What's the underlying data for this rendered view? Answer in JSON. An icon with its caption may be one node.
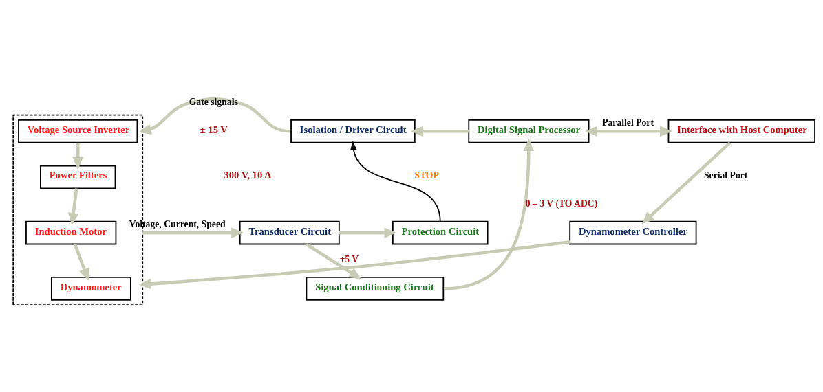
{
  "diagram": {
    "nodes": [
      {
        "text": [],
        "shape": "box"
      },
      {
        "text": [
          "Voltage Source Inverter"
        ],
        "in": 0
      },
      {
        "text": [
          "Power Filters"
        ],
        "in": 0
      },
      {
        "text": [
          "Induction Motor"
        ],
        "in": 0
      },
      {
        "text": [
          "Dynamometer"
        ],
        "in": 0
      },
      {
        "text": [
          "Isolation / Driver Circuit"
        ]
      },
      {
        "text": [
          "Digital Signal Processor"
        ]
      },
      {
        "text": [
          "Interface with Host Computer"
        ]
      },
      {
        "text": [
          "Transducer Circuit"
        ]
      },
      {
        "text": [
          "Protection Circuit"
        ]
      },
      {
        "text": [
          "Signal Conditioning Circuit"
        ]
      },
      {
        "text": [
          "Dynamometer Controller"
        ]
      }
    ],
    "edges": [
      {
        "from": 1,
        "to": 2,
        "arrow": "to"
      },
      {
        "from": 2,
        "to": 3,
        "arrow": "to"
      },
      {
        "from": 3,
        "to": 4,
        "arrow": "to"
      },
      {
        "from": 5,
        "to": 0,
        "arrow": "to",
        "label": "Gate signals"
      },
      {
        "from": 6,
        "to": 5,
        "arrow": "to"
      },
      {
        "from": 6,
        "to": 7,
        "arrow": "both",
        "label": "Parallel Port"
      },
      {
        "from": 0,
        "to": 8,
        "arrow": "to",
        "label": "Voltage, Current, Speed"
      },
      {
        "from": 8,
        "to": 9,
        "arrow": "to"
      },
      {
        "from": 9,
        "to": 5,
        "arrow": "to",
        "label": "STOP",
        "color": "#000000"
      },
      {
        "from": 8,
        "to": 10,
        "arrow": "to",
        "label": "±5 V"
      },
      {
        "from": 10,
        "to": 6,
        "arrow": "to",
        "label": "0 – 3 V (TO ADC)"
      },
      {
        "from": 7,
        "to": 11,
        "arrow": "to",
        "label": "Serial Port"
      },
      {
        "from": 11,
        "to": 0,
        "arrow": "to"
      }
    ],
    "labels": [
      "± 15 V",
      "300 V, 10 A"
    ]
  }
}
